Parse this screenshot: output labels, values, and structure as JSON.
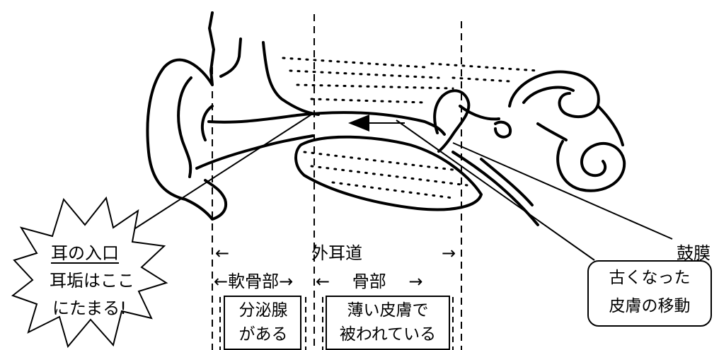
{
  "labels": {
    "ear_entrance": "耳の入口",
    "earwax_line1": "耳垢はここ",
    "earwax_line2": "にたまる!",
    "ear_canal_arrow_left": "←",
    "ear_canal": "外耳道",
    "ear_canal_arrow_right": "→",
    "cartilage_part": "←軟骨部→",
    "bone_part": "←　 骨部　 →",
    "glands_line1": "分泌腺",
    "glands_line2": "がある",
    "thin_skin_line1": "薄い皮膚で",
    "thin_skin_line2": "被われている",
    "eardrum": "鼓膜",
    "old_skin_line1": "古くなった",
    "old_skin_line2": "皮膚の移動"
  }
}
